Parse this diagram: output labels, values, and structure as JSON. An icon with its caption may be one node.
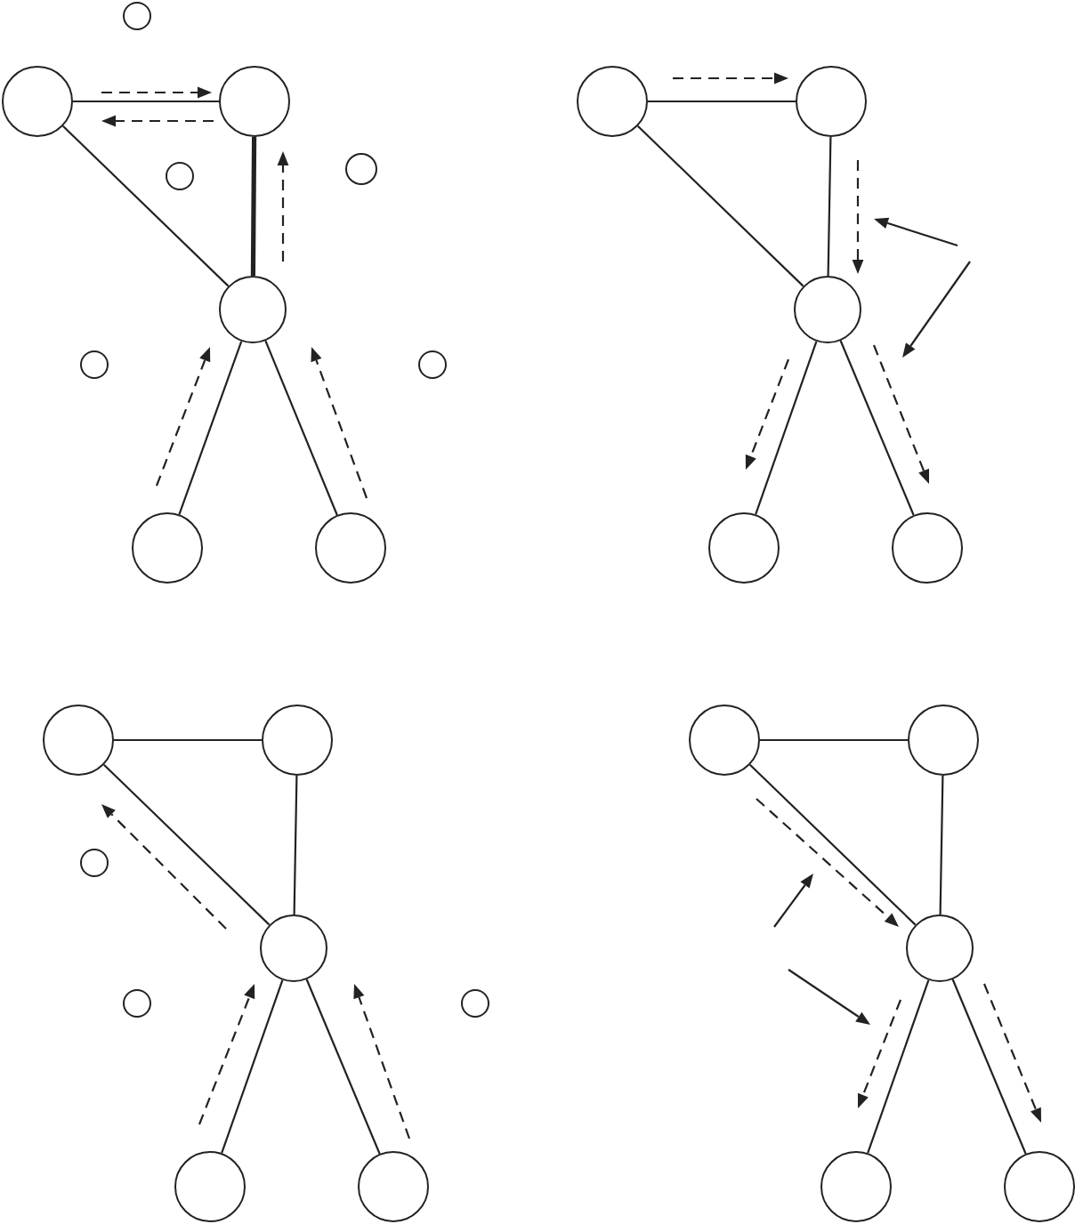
{
  "diagram": {
    "nodes": [
      {
        "text": [],
        "shape": "circle"
      },
      {
        "text": [],
        "shape": "circle"
      },
      {
        "text": [],
        "shape": "circle"
      },
      {
        "text": [],
        "shape": "circle"
      },
      {
        "text": [],
        "shape": "circle"
      },
      {
        "text": [],
        "shape": "circle"
      },
      {
        "text": [],
        "shape": "circle"
      },
      {
        "text": [],
        "shape": "circle"
      },
      {
        "text": [],
        "shape": "circle"
      },
      {
        "text": [],
        "shape": "circle"
      },
      {
        "text": [],
        "shape": "circle"
      },
      {
        "text": [],
        "shape": "circle"
      },
      {
        "text": [],
        "shape": "circle"
      },
      {
        "text": [],
        "shape": "circle"
      },
      {
        "text": [],
        "shape": "circle"
      },
      {
        "text": [],
        "shape": "circle"
      },
      {
        "text": [],
        "shape": "circle"
      },
      {
        "text": [],
        "shape": "circle"
      },
      {
        "text": [],
        "shape": "circle"
      },
      {
        "text": [],
        "shape": "circle"
      },
      {
        "text": [],
        "shape": "circle"
      },
      {
        "text": [],
        "shape": "circle"
      },
      {
        "text": [],
        "shape": "circle"
      },
      {
        "text": [],
        "shape": "circle"
      },
      {
        "text": [],
        "shape": "circle"
      },
      {
        "text": [],
        "shape": "circle"
      },
      {
        "text": [],
        "shape": "circle"
      },
      {
        "text": [],
        "shape": "circle"
      }
    ],
    "edges": [
      {
        "from": 0,
        "to": 1,
        "arrow": "none"
      },
      {
        "from": 0,
        "to": 2,
        "arrow": "none"
      },
      {
        "from": 1,
        "to": 2,
        "arrow": "none",
        "style": "thick"
      },
      {
        "from": 2,
        "to": 3,
        "arrow": "none"
      },
      {
        "from": 2,
        "to": 4,
        "arrow": "none"
      },
      {
        "from": 10,
        "to": 11,
        "arrow": "none"
      },
      {
        "from": 10,
        "to": 12,
        "arrow": "none"
      },
      {
        "from": 11,
        "to": 12,
        "arrow": "none"
      },
      {
        "from": 12,
        "to": 13,
        "arrow": "none"
      },
      {
        "from": 12,
        "to": 14,
        "arrow": "none"
      },
      {
        "from": 15,
        "to": 16,
        "arrow": "none"
      },
      {
        "from": 15,
        "to": 17,
        "arrow": "none"
      },
      {
        "from": 16,
        "to": 17,
        "arrow": "none"
      },
      {
        "from": 17,
        "to": 18,
        "arrow": "none"
      },
      {
        "from": 17,
        "to": 19,
        "arrow": "none"
      },
      {
        "from": 23,
        "to": 24,
        "arrow": "none"
      },
      {
        "from": 23,
        "to": 25,
        "arrow": "none"
      },
      {
        "from": 24,
        "to": 25,
        "arrow": "none"
      },
      {
        "from": 25,
        "to": 26,
        "arrow": "none"
      },
      {
        "from": 25,
        "to": 27,
        "arrow": "none"
      }
    ]
  }
}
